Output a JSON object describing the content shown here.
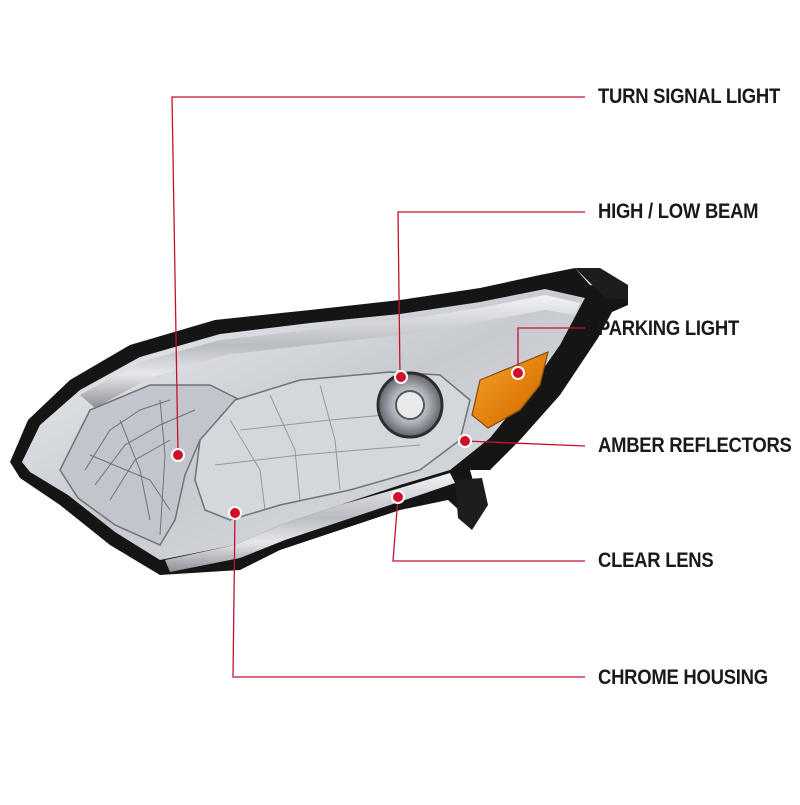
{
  "colors": {
    "leader_line": "#c8102e",
    "dot": "#d0102a",
    "label_text": "#1a1a1a",
    "amber": "#e8820c",
    "chrome": "#c9ccd1",
    "housing_black": "#151515"
  },
  "callouts": [
    {
      "id": "turn-signal-light",
      "label": "TURN SIGNAL LIGHT"
    },
    {
      "id": "high-low-beam",
      "label": "HIGH / LOW BEAM"
    },
    {
      "id": "parking-light",
      "label": "PARKING LIGHT"
    },
    {
      "id": "amber-reflectors",
      "label": "AMBER REFLECTORS"
    },
    {
      "id": "clear-lens",
      "label": "CLEAR LENS"
    },
    {
      "id": "chrome-housing",
      "label": "CHROME HOUSING"
    }
  ]
}
